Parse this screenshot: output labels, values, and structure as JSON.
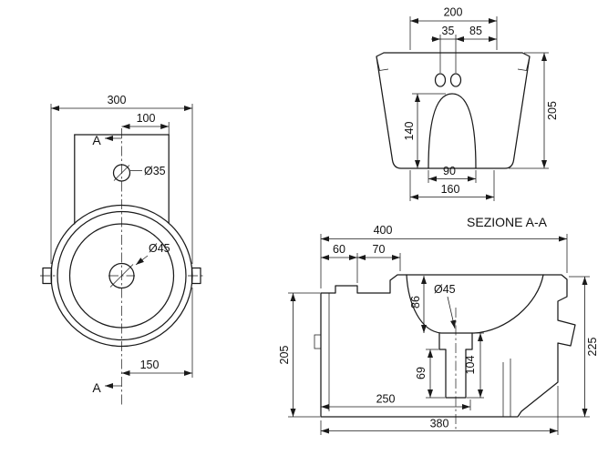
{
  "drawing": {
    "section_title": "SEZIONE A-A",
    "plan": {
      "dim_300": "300",
      "dim_100": "100",
      "dia_35": "Ø35",
      "dia_45": "Ø45",
      "dim_150": "150",
      "section_label_top": "A",
      "section_label_bottom": "A"
    },
    "rear": {
      "dim_200": "200",
      "dim_35": "35",
      "dim_85": "85",
      "dim_205": "205",
      "dim_140": "140",
      "dim_90": "90",
      "dim_160": "160"
    },
    "section": {
      "dim_400": "400",
      "dim_60": "60",
      "dim_70": "70",
      "dim_86": "86",
      "dia_45": "Ø45",
      "dim_205": "205",
      "dim_225": "225",
      "dim_69": "69",
      "dim_104": "104",
      "dim_250": "250",
      "dim_380": "380"
    },
    "colors": {
      "line": "#1a1a1a",
      "background": "#ffffff"
    }
  }
}
